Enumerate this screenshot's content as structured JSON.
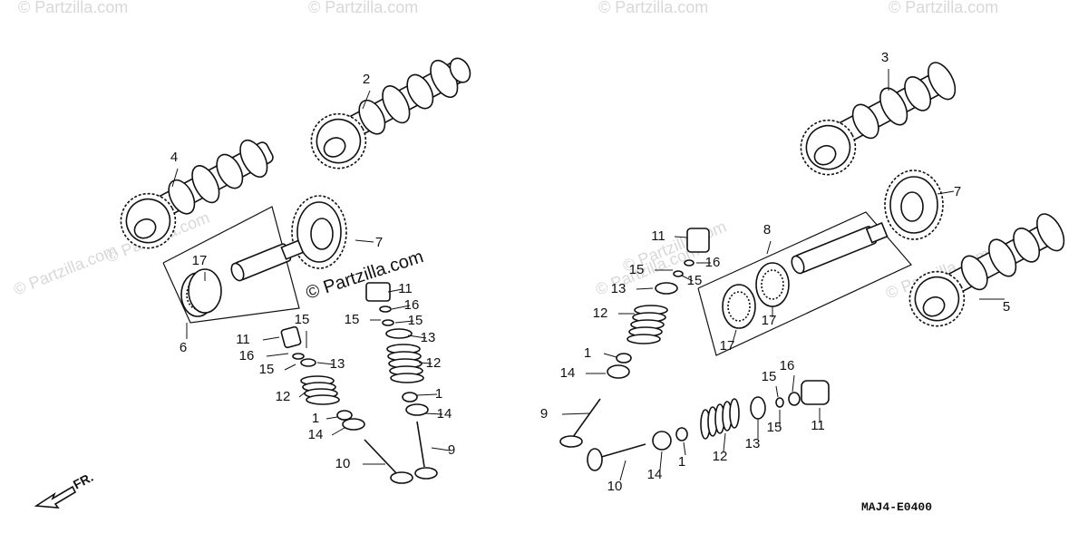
{
  "diagram": {
    "drawing_code": "MAJ4-E0400",
    "direction_label": "FR.",
    "brand_watermark": "© Partzilla.com",
    "faint_watermarks": [
      "© Partzilla.com",
      "© Partzilla.com",
      "© Partzilla.com",
      "© Partzilla.com",
      "© Partzilla.com",
      "© Partzilla.com",
      "© Partzilla.com",
      "© Partzilla.com",
      "© Partzilla.com"
    ],
    "callouts": [
      "2",
      "4",
      "7",
      "17",
      "6",
      "11",
      "16",
      "15",
      "15",
      "13",
      "12",
      "1",
      "14",
      "10",
      "11",
      "16",
      "15",
      "15",
      "13",
      "12",
      "1",
      "14",
      "9",
      "3",
      "7",
      "8",
      "11",
      "16",
      "15",
      "15",
      "13",
      "12",
      "1",
      "14",
      "9",
      "17",
      "17",
      "5",
      "15",
      "16",
      "15",
      "11",
      "13",
      "12",
      "1",
      "14",
      "10"
    ]
  }
}
